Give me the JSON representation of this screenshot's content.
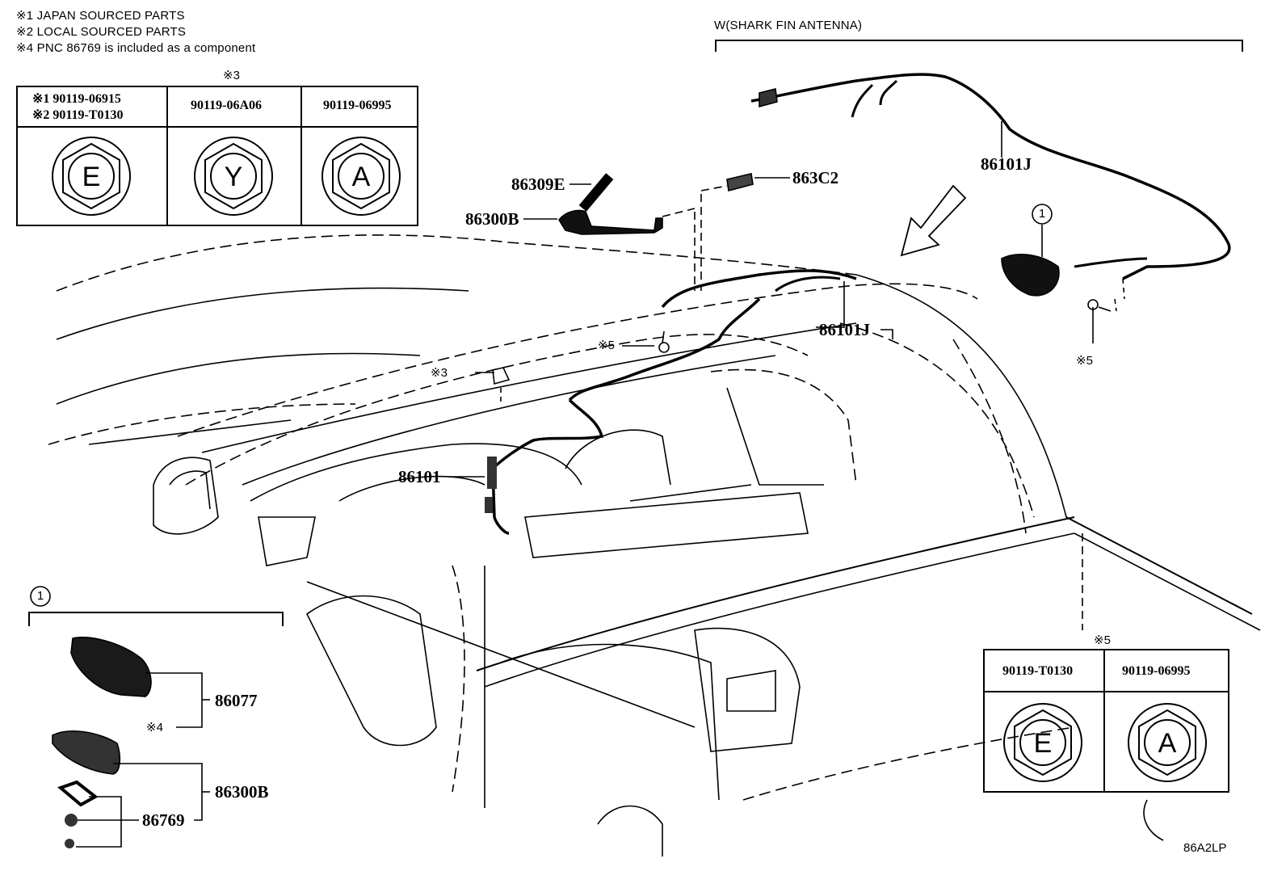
{
  "notes": [
    "※1 JAPAN SOURCED PARTS",
    "※2 LOCAL SOURCED PARTS",
    "※4 PNC 86769 is included as a component"
  ],
  "bolt_table_left": {
    "group_mark": "※3",
    "columns": [
      {
        "line1": "※1 90119-06915",
        "line2": "※2 90119-T0130",
        "letter": "E"
      },
      {
        "line1": "90119-06A06",
        "line2": "",
        "letter": "Y"
      },
      {
        "line1": "90119-06995",
        "line2": "",
        "letter": "A"
      }
    ]
  },
  "bolt_table_right": {
    "group_mark": "※5",
    "columns": [
      {
        "line1": "90119-T0130",
        "letter": "E"
      },
      {
        "line1": "90119-06995",
        "letter": "A"
      }
    ]
  },
  "variant_label": "W(SHARK FIN ANTENNA)",
  "callouts": {
    "c86309E": "86309E",
    "c86300B_top": "86300B",
    "c863C2": "863C2",
    "c86101J_top": "86101J",
    "c86101J_mid": "86101J",
    "c86101": "86101",
    "mark3": "※3",
    "mark5_mid": "※5",
    "mark5_right": "※5",
    "circle1_top": "1",
    "circle1_box": "1"
  },
  "detail_box": {
    "p86077": "86077",
    "p86300B": "86300B",
    "p86769": "86769",
    "mark4": "※4"
  },
  "illustration_code": "86A2LP"
}
